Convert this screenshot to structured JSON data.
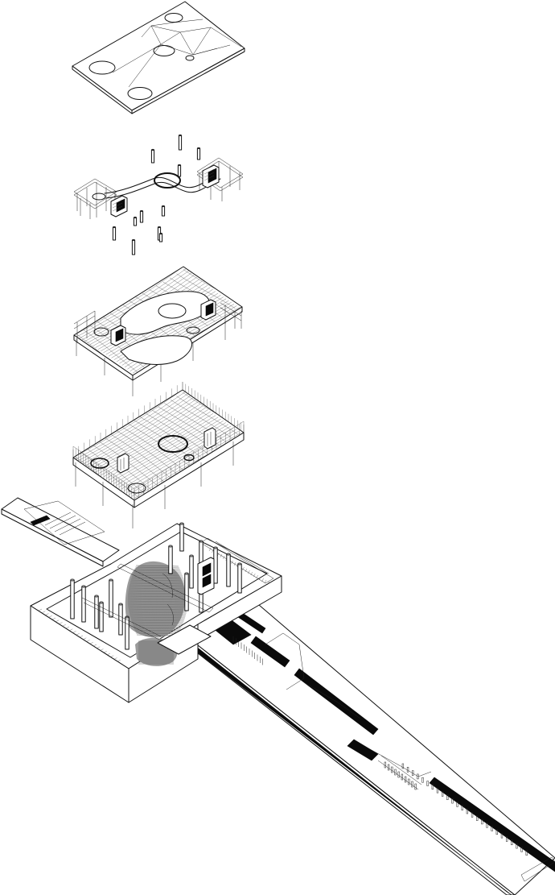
{
  "diagram": {
    "kind": "exploded-axonometric",
    "colors": {
      "line": "#111111",
      "background": "#ffffff",
      "fill_dark": "#0a0a0a",
      "fill_mid": "#8f8f8f"
    },
    "layers": [
      {
        "id": "roof",
        "name": "roof-plate"
      },
      {
        "id": "structure",
        "name": "columns-and-stair-cores"
      },
      {
        "id": "upper-floor",
        "name": "upper-floor-grid-surface"
      },
      {
        "id": "ground-floor",
        "name": "lower-floor-grid-surface"
      },
      {
        "id": "base",
        "name": "sunken-base-with-sculpture"
      },
      {
        "id": "ramp",
        "name": "long-entry-ramp"
      }
    ]
  }
}
